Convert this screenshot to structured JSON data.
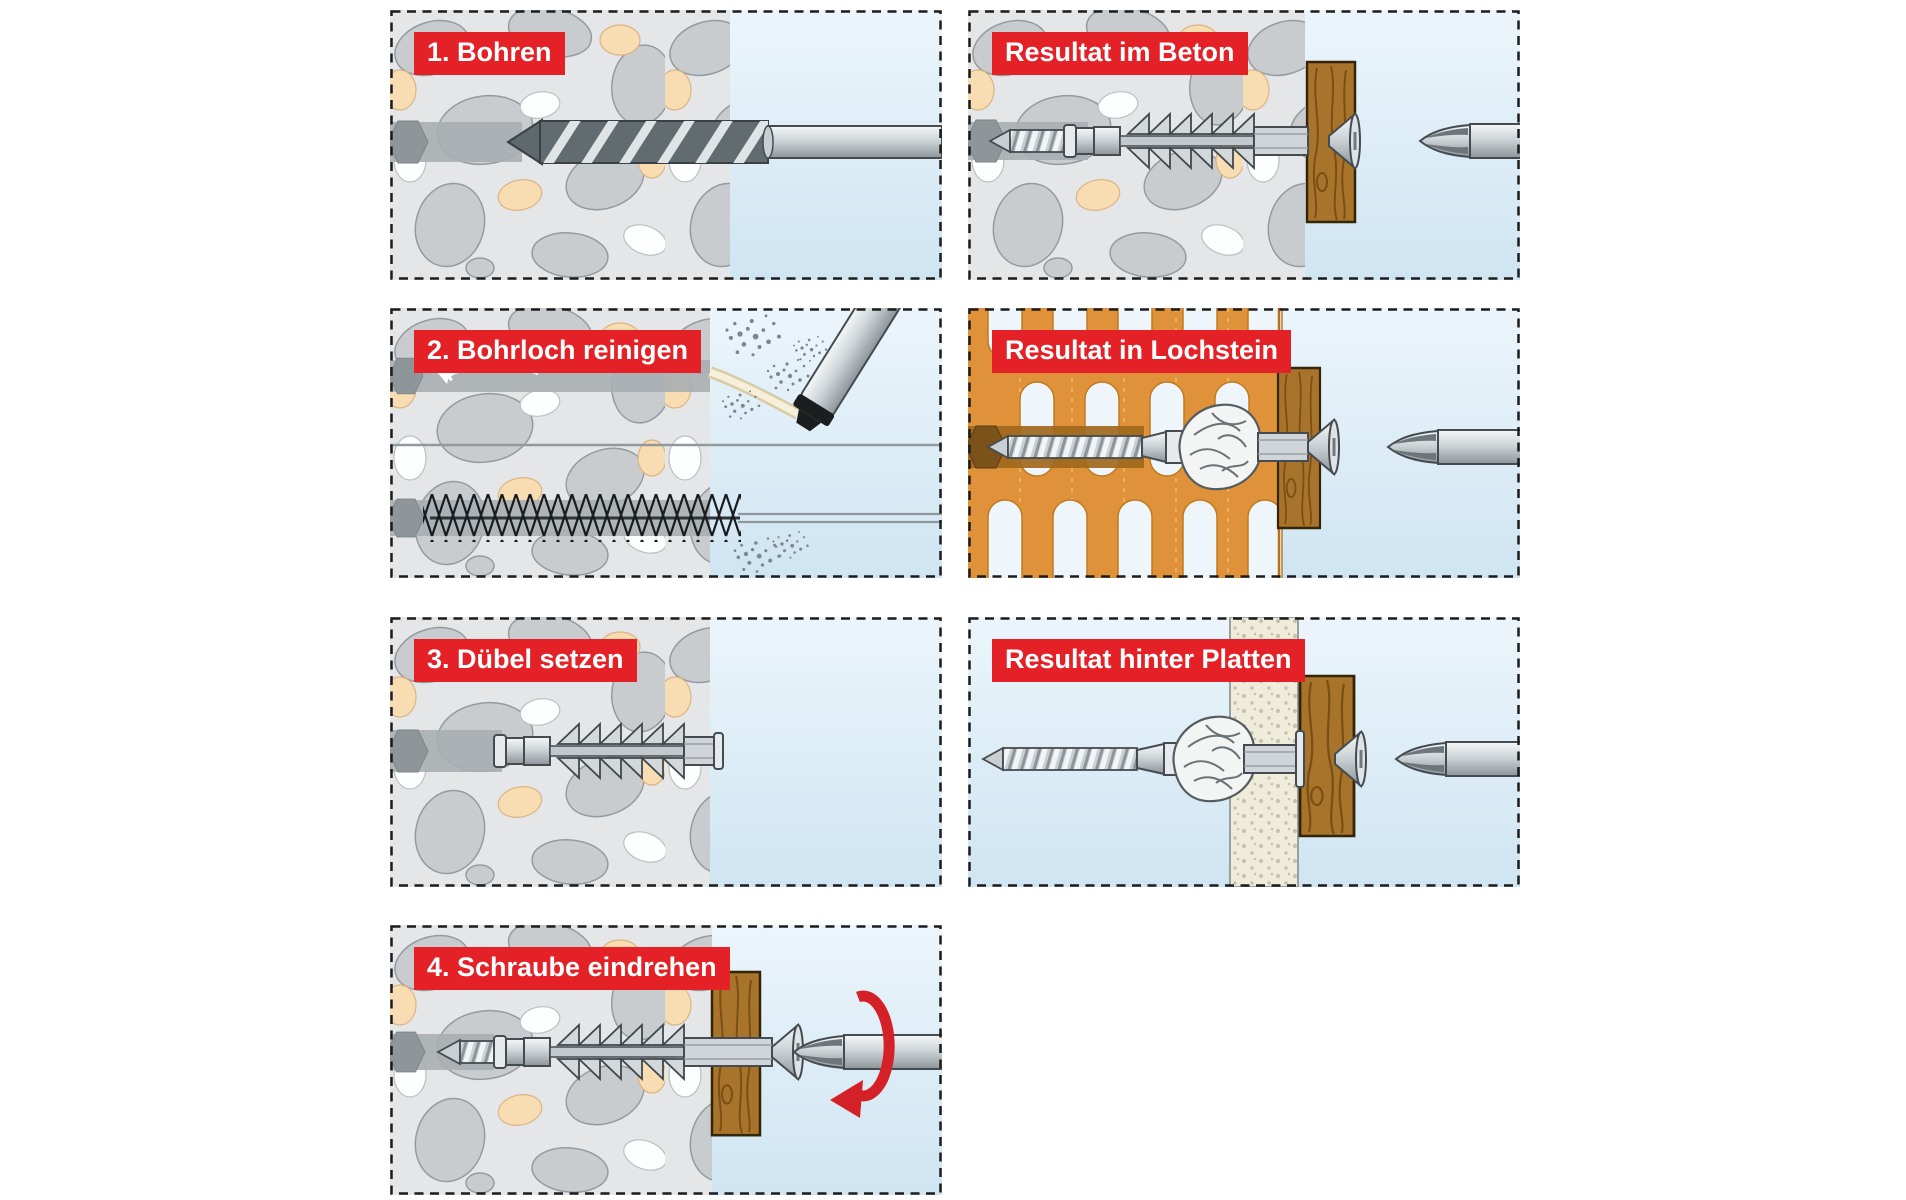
{
  "colors": {
    "label_background": "#e32126",
    "label_text": "#ffffff",
    "panel_border": "#1c1c1c",
    "sky_top": "#ecf5fb",
    "sky_bottom": "#cfe5f2",
    "concrete_base": "#e5e6e7",
    "stone_gray": "#c8cccf",
    "stone_peach": "#f8dcb2",
    "brick_orange": "#df9239",
    "wood_brown": "#a8742c",
    "metal_light": "#f4f7f8",
    "metal_dark": "#8d959a",
    "rotation_arrow_red": "#d42027"
  },
  "panels": {
    "step1": {
      "label": "1. Bohren"
    },
    "step2": {
      "label": "2. Bohrloch reinigen"
    },
    "step3": {
      "label": "3. Dübel setzen"
    },
    "step4": {
      "label": "4. Schraube eindrehen"
    },
    "result_beton": {
      "label": "Resultat im Beton"
    },
    "result_lochstein": {
      "label": "Resultat in Lochstein"
    },
    "result_platten": {
      "label": "Resultat hinter Platten"
    }
  }
}
